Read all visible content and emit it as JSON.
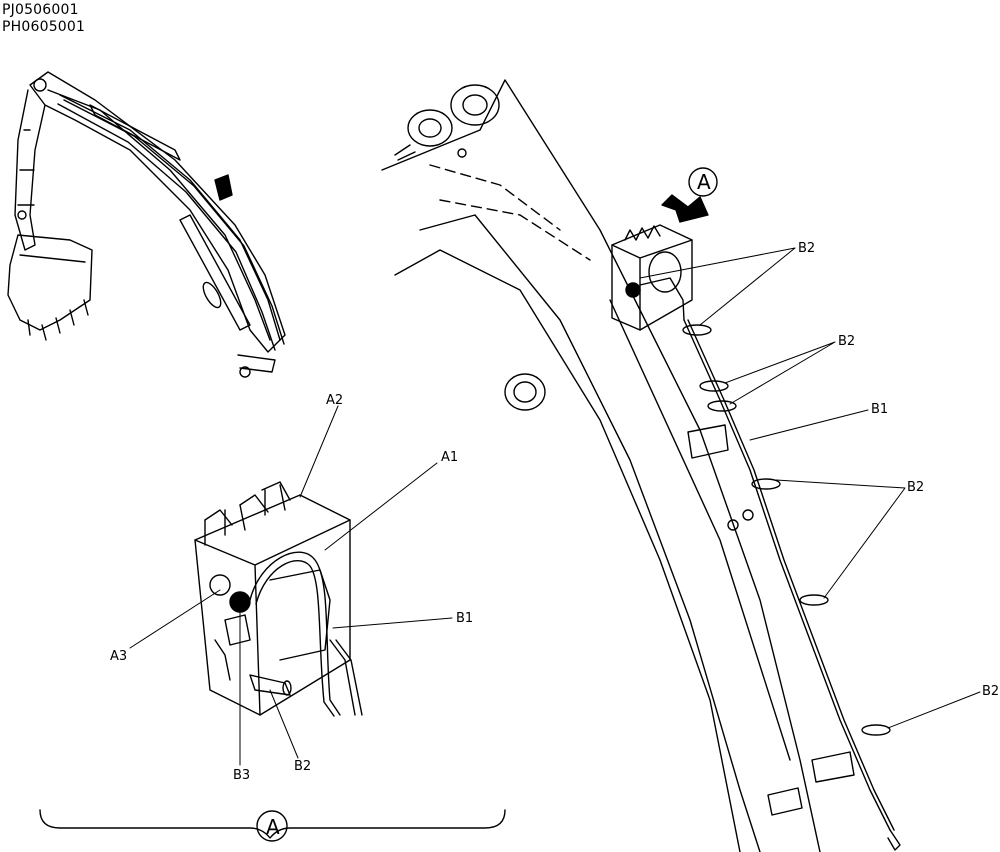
{
  "part_codes": [
    "PJ0506001",
    "PH0605001"
  ],
  "labels": {
    "A1": "A1",
    "A2": "A2",
    "A3": "A3",
    "B1": "B1",
    "B2": "B2",
    "B3": "B3"
  },
  "view_marker": "A",
  "detail_marker": "A"
}
